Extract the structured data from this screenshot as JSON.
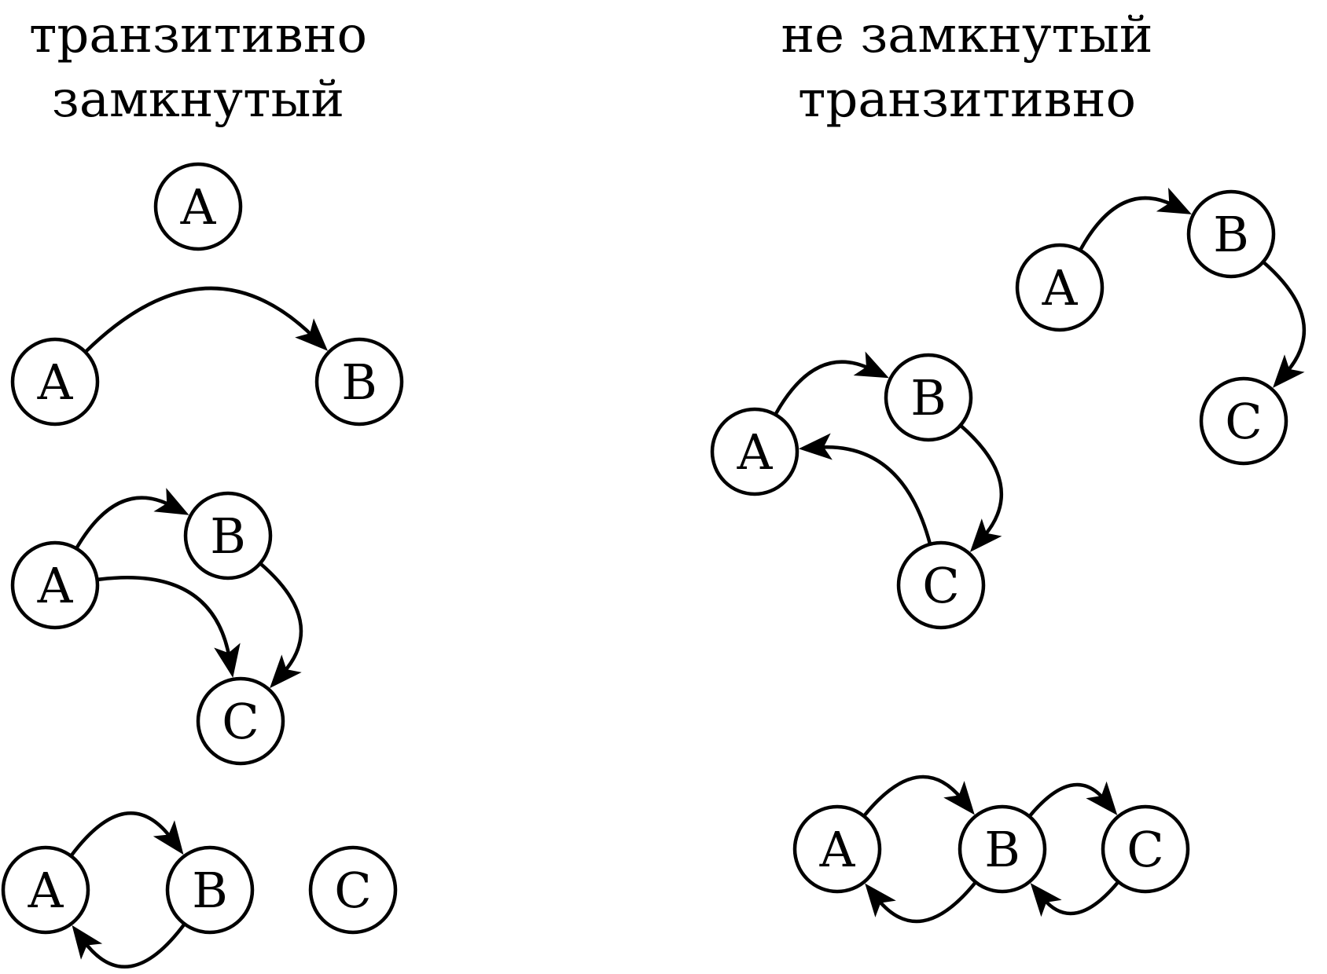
{
  "left_panel": {
    "heading_line1": "транзитивно",
    "heading_line2": "замкнутый",
    "graphs": [
      {
        "id": "l1",
        "nodes": [
          {
            "id": "A",
            "label": "A"
          }
        ],
        "edges": []
      },
      {
        "id": "l2",
        "nodes": [
          {
            "id": "A",
            "label": "A"
          },
          {
            "id": "B",
            "label": "B"
          }
        ],
        "edges": [
          {
            "from": "A",
            "to": "B"
          }
        ]
      },
      {
        "id": "l3",
        "nodes": [
          {
            "id": "A",
            "label": "A"
          },
          {
            "id": "B",
            "label": "B"
          },
          {
            "id": "C",
            "label": "C"
          }
        ],
        "edges": [
          {
            "from": "A",
            "to": "B"
          },
          {
            "from": "A",
            "to": "C"
          },
          {
            "from": "B",
            "to": "C"
          }
        ]
      },
      {
        "id": "l4",
        "nodes": [
          {
            "id": "A",
            "label": "A"
          },
          {
            "id": "B",
            "label": "B"
          },
          {
            "id": "C",
            "label": "C"
          }
        ],
        "edges": [
          {
            "from": "A",
            "to": "B"
          },
          {
            "from": "B",
            "to": "A"
          }
        ]
      }
    ]
  },
  "right_panel": {
    "heading_line1": "не замкнутый",
    "heading_line2": "транзитивно",
    "graphs": [
      {
        "id": "r1",
        "nodes": [
          {
            "id": "A",
            "label": "A"
          },
          {
            "id": "B",
            "label": "B"
          },
          {
            "id": "C",
            "label": "C"
          }
        ],
        "edges": [
          {
            "from": "A",
            "to": "B"
          },
          {
            "from": "B",
            "to": "C"
          }
        ]
      },
      {
        "id": "r2",
        "nodes": [
          {
            "id": "A",
            "label": "A"
          },
          {
            "id": "B",
            "label": "B"
          },
          {
            "id": "C",
            "label": "C"
          }
        ],
        "edges": [
          {
            "from": "A",
            "to": "B"
          },
          {
            "from": "B",
            "to": "C"
          },
          {
            "from": "C",
            "to": "A"
          }
        ]
      },
      {
        "id": "r3",
        "nodes": [
          {
            "id": "A",
            "label": "A"
          },
          {
            "id": "B",
            "label": "B"
          },
          {
            "id": "C",
            "label": "C"
          }
        ],
        "edges": [
          {
            "from": "A",
            "to": "B"
          },
          {
            "from": "B",
            "to": "A"
          },
          {
            "from": "B",
            "to": "C"
          },
          {
            "from": "C",
            "to": "B"
          }
        ]
      }
    ]
  }
}
